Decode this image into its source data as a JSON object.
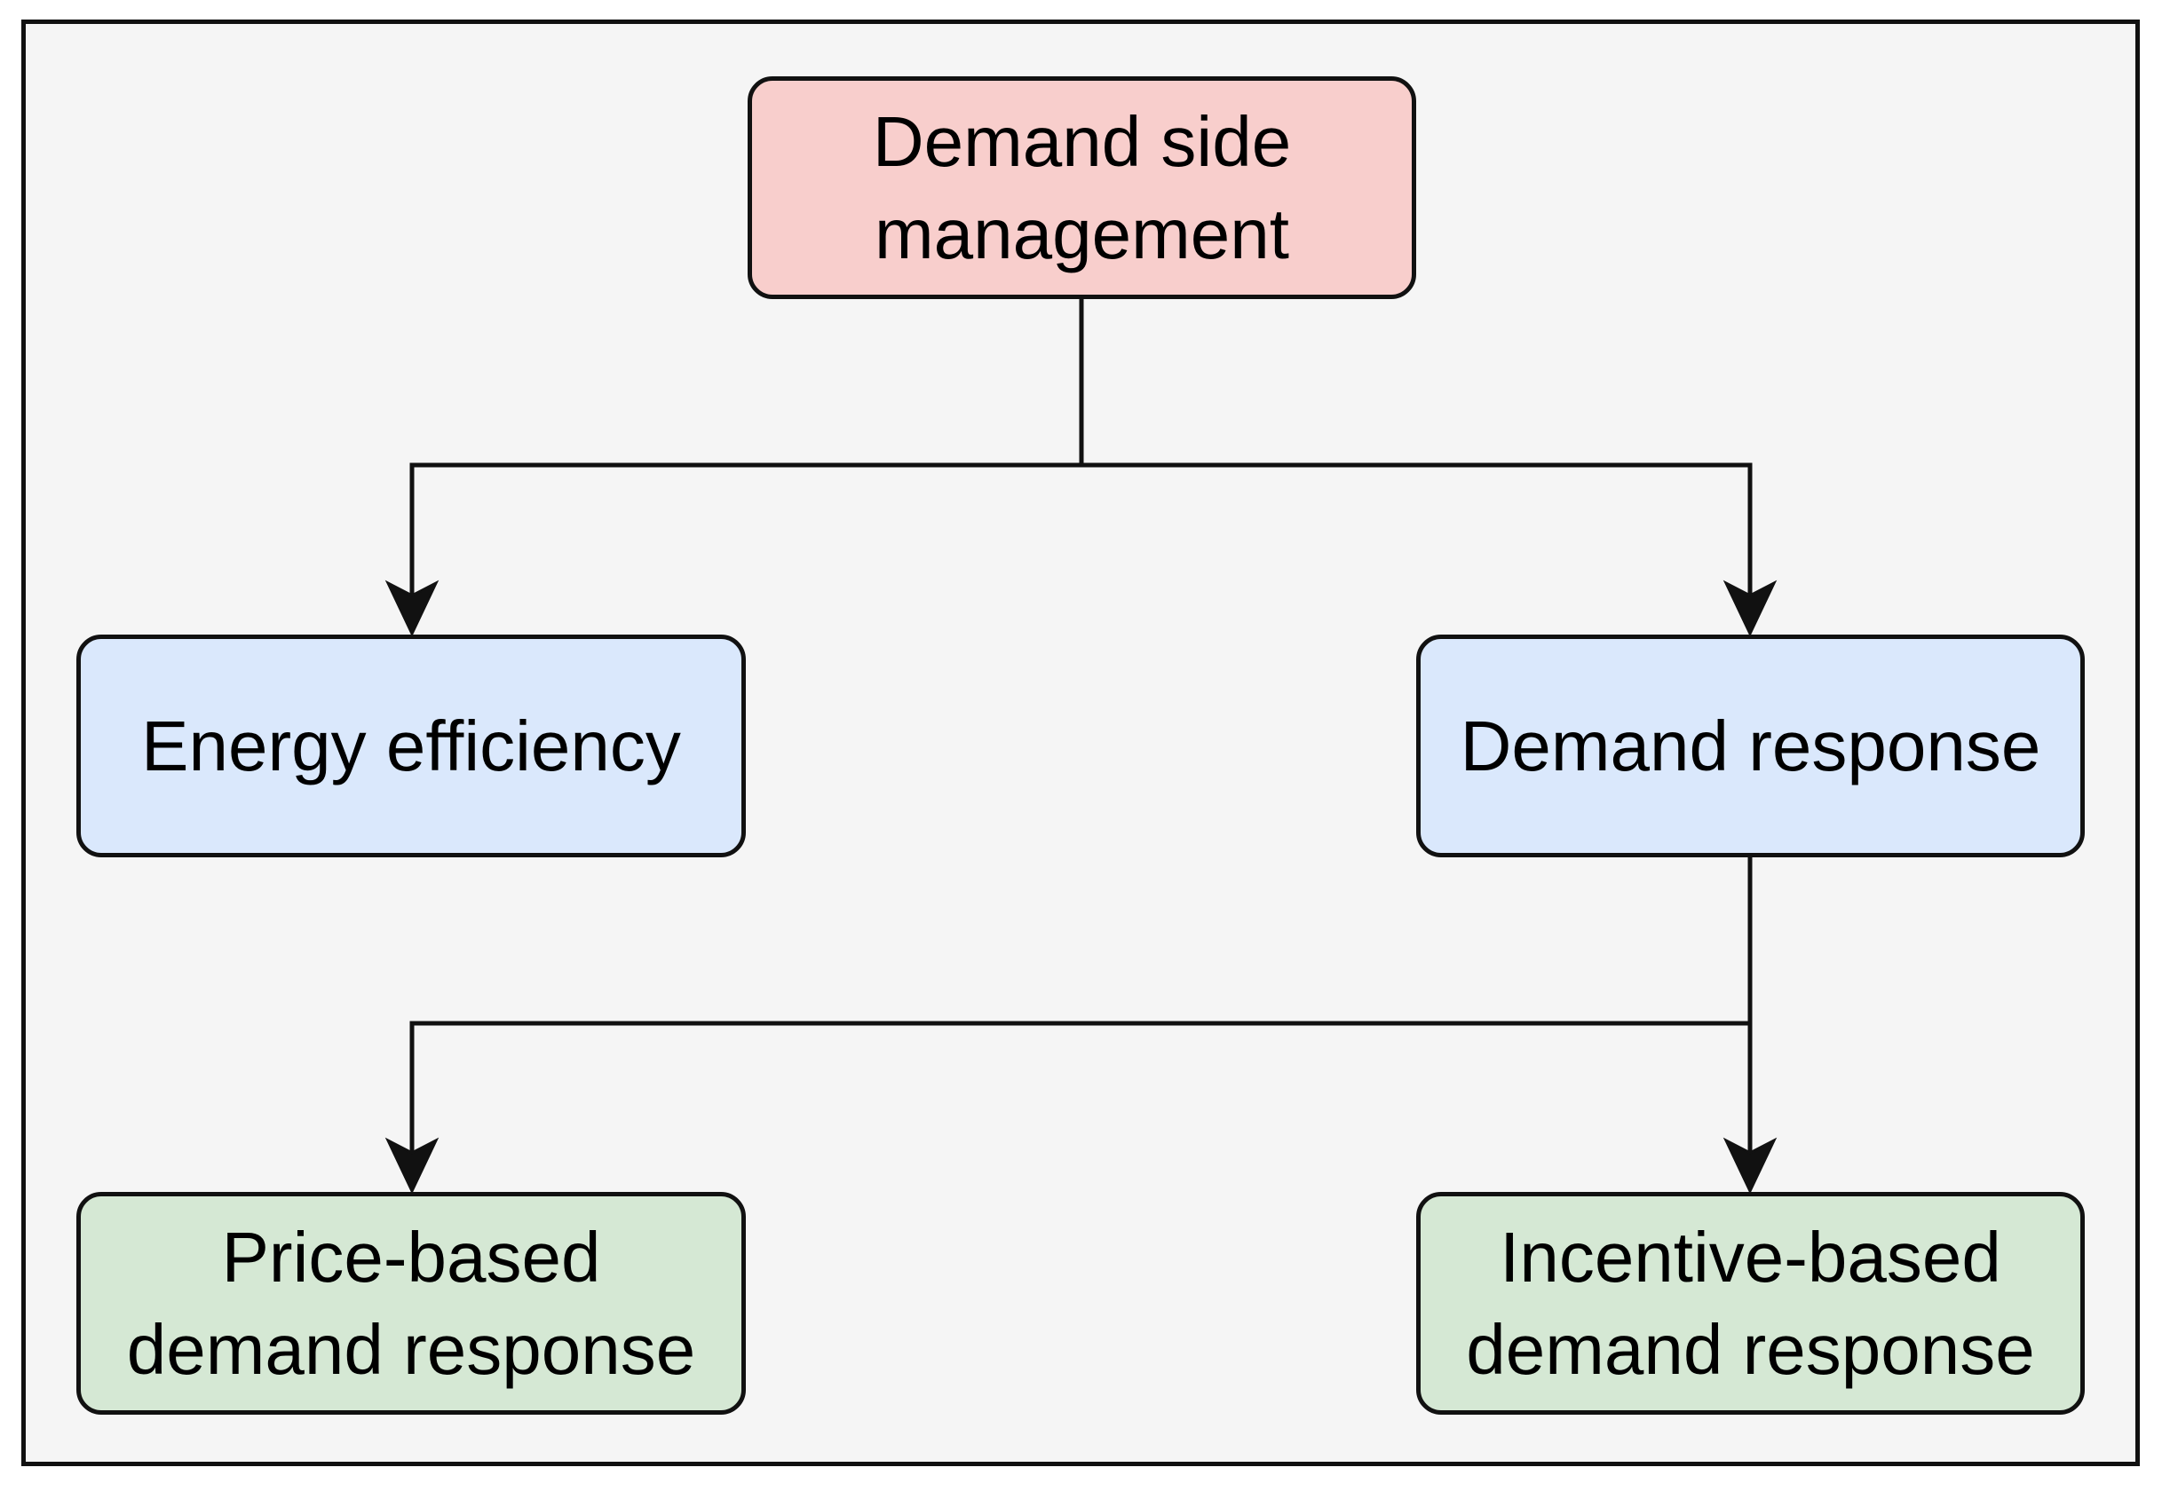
{
  "diagram": {
    "nodes": {
      "root": "Demand side\nmanagement",
      "energy_efficiency": "Energy efficiency",
      "demand_response": "Demand response",
      "price_based": "Price-based\ndemand response",
      "incentive_based": "Incentive-based\ndemand response"
    },
    "edges": [
      {
        "from": "root",
        "to": "energy_efficiency"
      },
      {
        "from": "root",
        "to": "demand_response"
      },
      {
        "from": "demand_response",
        "to": "price_based"
      },
      {
        "from": "demand_response",
        "to": "incentive_based"
      }
    ],
    "colors": {
      "root_fill": "#f8cecc",
      "level2_fill": "#dae8fc",
      "level3_fill": "#d5e8d4",
      "background": "#f5f5f5",
      "stroke": "#111111"
    }
  }
}
